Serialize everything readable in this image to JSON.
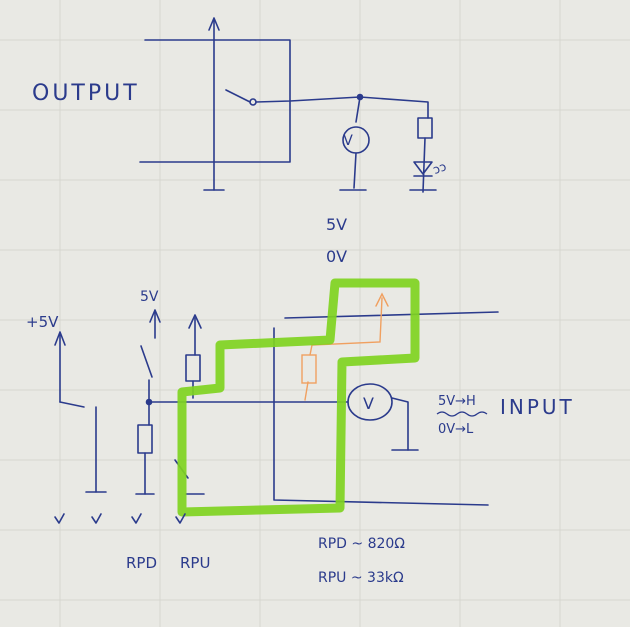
{
  "labels": {
    "output": "OUTPUT",
    "v5_top": "5V",
    "v0_top": "0V",
    "plus5v": "+5V",
    "v5_switch": "5V",
    "meter_out": "V",
    "meter_in": "V",
    "input": "INPUT",
    "map_high": "5V→H",
    "map_low": "0V→L",
    "rpd": "RPD",
    "rpu": "RPU",
    "rpd_value": "RPD ~ 820Ω",
    "rpu_value": "RPU ~ 33kΩ",
    "led_mark": "ↄↄ"
  },
  "colors": {
    "paper": "#e9e9e4",
    "ink": "#2b3b8c",
    "highlight": "#7fd321",
    "orange": "#f0a060"
  }
}
